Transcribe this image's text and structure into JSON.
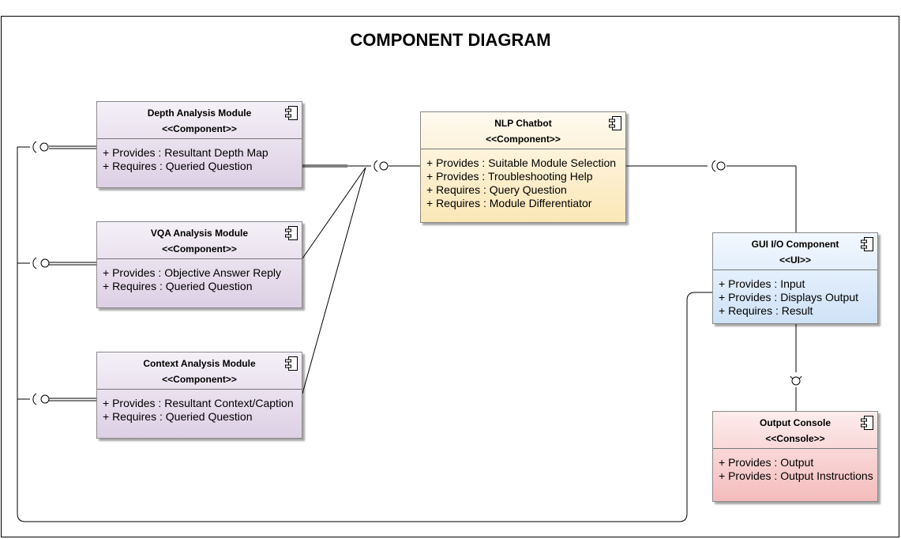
{
  "title": "COMPONENT DIAGRAM",
  "components": {
    "depth": {
      "name": "Depth Analysis Module",
      "stereotype": "<<Component>>",
      "interfaces": [
        "+ Provides : Resultant Depth Map",
        "+ Requires : Queried Question"
      ],
      "color": "#ddd0e5"
    },
    "vqa": {
      "name": "VQA Analysis Module",
      "stereotype": "<<Component>>",
      "interfaces": [
        "+ Provides : Objective Answer Reply",
        "+ Requires : Queried Question"
      ],
      "color": "#ddd0e5"
    },
    "context": {
      "name": "Context Analysis Module",
      "stereotype": "<<Component>>",
      "interfaces": [
        "+ Provides : Resultant Context/Caption",
        "+ Requires : Queried Question"
      ],
      "color": "#ddd0e5"
    },
    "nlp": {
      "name": "NLP Chatbot",
      "stereotype": "<<Component>>",
      "interfaces": [
        "+ Provides : Suitable Module Selection",
        "+ Provides : Troubleshooting Help",
        "+ Requires : Query Question",
        "+ Requires : Module Differentiator"
      ],
      "color": "#fbe7b6"
    },
    "gui": {
      "name": "GUI I/O Component",
      "stereotype": "<<UI>>",
      "interfaces": [
        "+ Provides : Input",
        "+ Provides : Displays Output",
        "+ Requires : Result"
      ],
      "color": "#cfe2f7"
    },
    "console": {
      "name": "Output Console",
      "stereotype": "<<Console>>",
      "interfaces": [
        "+ Provides : Output",
        "+ Provides : Output Instructions"
      ],
      "color": "#f4bcbc"
    }
  },
  "icons": {
    "component": "component-icon",
    "ball_socket": "ball-and-socket-connector"
  }
}
